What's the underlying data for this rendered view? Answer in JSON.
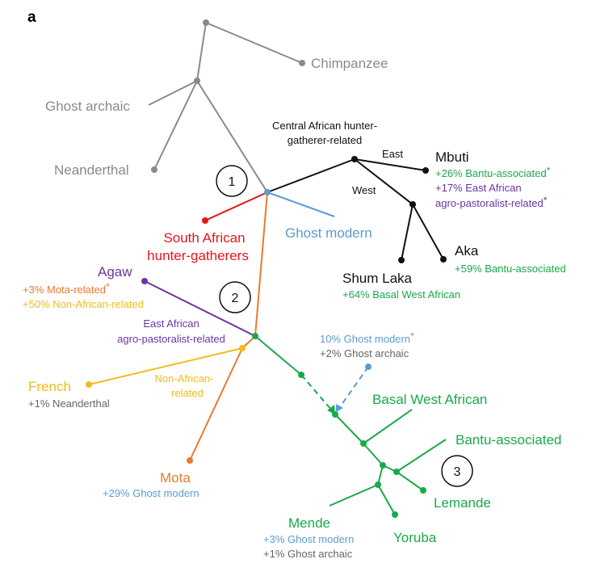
{
  "panel_letter": "a",
  "colors": {
    "gray": "#8a8a8a",
    "black": "#111111",
    "red": "#e8141b",
    "blue": "#5b9bd0",
    "orange": "#ea7a30",
    "purple": "#6b34a3",
    "yellow": "#f2bb1c",
    "green": "#1aa94a"
  },
  "nodes": {
    "chimpanzee": "Chimpanzee",
    "ghost_archaic": "Ghost archaic",
    "neanderthal": "Neanderthal",
    "central_african_line1": "Central African hunter-",
    "central_african_line2": "gatherer-related",
    "east": "East",
    "west": "West",
    "mbuti": "Mbuti",
    "mbuti_ann1": "+26% Bantu-associated",
    "mbuti_ann2": "+17% East African",
    "mbuti_ann3": "agro-pastoralist-related",
    "aka": "Aka",
    "aka_ann": "+59% Bantu-associated",
    "shum_laka": "Shum Laka",
    "shum_laka_ann": "+64% Basal West African",
    "ghost_modern": "Ghost modern",
    "south_african_line1": "South African",
    "south_african_line2": "hunter-gatherers",
    "agaw": "Agaw",
    "agaw_ann1": "+3% Mota-related",
    "agaw_ann2": "+50% Non-African-related",
    "east_african_line1": "East African",
    "east_african_line2": "agro-pastoralist-related",
    "ghost_ann1": "10% Ghost modern",
    "ghost_ann2": "+2% Ghost archaic",
    "non_african_line1": "Non-African-",
    "non_african_line2": "related",
    "french": "French",
    "french_ann": "+1% Neanderthal",
    "basal_west_african": "Basal West African",
    "bantu_associated": "Bantu-associated",
    "lemande": "Lemande",
    "mota": "Mota",
    "mota_ann": "+29% Ghost modern",
    "mende": "Mende",
    "mende_ann1": "+3% Ghost modern",
    "mende_ann2": "+1% Ghost archaic",
    "yoruba": "Yoruba",
    "asterisk": "*"
  },
  "markers": {
    "m1": "1",
    "m2": "2",
    "m3": "3"
  }
}
